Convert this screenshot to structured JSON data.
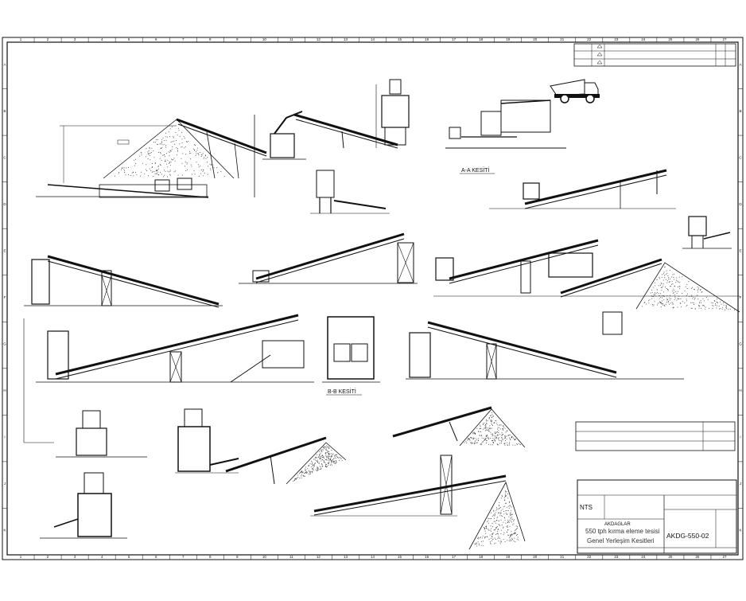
{
  "drawing": {
    "section_aa": "A-A KESİTİ",
    "section_bb": "B-B KESİTİ",
    "col_numbers_top": [
      "1",
      "2",
      "3",
      "4",
      "5",
      "6",
      "7",
      "8",
      "9",
      "10",
      "11",
      "12",
      "13",
      "14",
      "15",
      "16",
      "17",
      "18",
      "19",
      "20",
      "21",
      "22",
      "23",
      "24",
      "25",
      "26",
      "27"
    ],
    "col_numbers_bottom": [
      "1",
      "2",
      "3",
      "4",
      "5",
      "6",
      "7",
      "8",
      "9",
      "10",
      "11",
      "12",
      "13",
      "14",
      "15",
      "16",
      "17",
      "18",
      "19",
      "20",
      "21",
      "22",
      "23",
      "24",
      "25",
      "26",
      "27"
    ],
    "row_letters": [
      "A",
      "B",
      "C",
      "D",
      "E",
      "F",
      "G",
      "H",
      "I",
      "J",
      "K"
    ]
  },
  "title_block": {
    "scale": "NTS",
    "company": "AKDAGLAR",
    "title_line1": "550 tph kırma eleme tesisi",
    "title_line2": "Genel Yerleşim Kesitleri",
    "drawing_no": "AKDG-550-02"
  }
}
